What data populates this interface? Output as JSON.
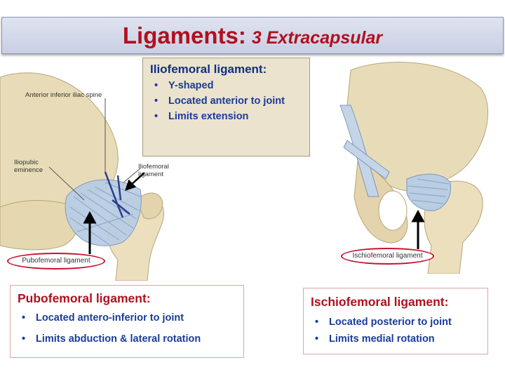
{
  "title": {
    "main": "Ligaments:",
    "sub": "3 Extracapsular"
  },
  "iliofemoral": {
    "heading": "Iliofemoral ligament:",
    "bullets": [
      "Y-shaped",
      "Located anterior to joint",
      "Limits extension"
    ]
  },
  "pubofemoral": {
    "heading": "Pubofemoral ligament:",
    "bullets": [
      "Located antero-inferior to joint",
      "Limits abduction & lateral rotation"
    ]
  },
  "ischiofemoral": {
    "heading": "Ischiofemoral ligament:",
    "bullets": [
      "Located posterior to joint",
      "Limits medial rotation"
    ]
  },
  "figure_labels": {
    "asis": "Anterior inferior iliac spine",
    "iliopubic_line1": "Iliopubic",
    "iliopubic_line2": "eminence",
    "iliofemoral_line1": "Iliofemoral",
    "iliofemoral_line2": "ligament",
    "pubofemoral": "Pubofemoral ligament",
    "ischiofemoral": "Ischiofemoral ligament"
  },
  "colors": {
    "title_red": "#b01020",
    "bullet_blue": "#1a3c9a",
    "box_tan": "#ebe3cd",
    "oval_red": "#c8102e"
  }
}
